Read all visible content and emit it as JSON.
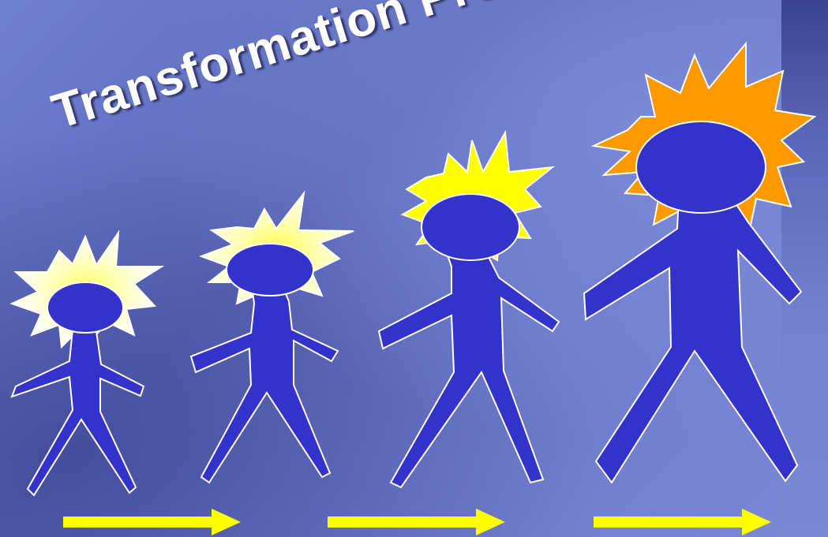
{
  "title": "Transformation Process",
  "figures": [
    {
      "name": "stage-1",
      "burst_color": "#ffffb8"
    },
    {
      "name": "stage-2",
      "burst_color": "#ffffb0"
    },
    {
      "name": "stage-3",
      "burst_color": "#ffff00"
    },
    {
      "name": "stage-4",
      "burst_color": "#ff9900"
    }
  ],
  "colors": {
    "figure": "#3333cc",
    "outline": "#ffffff",
    "arrow": "#ffff00"
  },
  "arrows": 3
}
